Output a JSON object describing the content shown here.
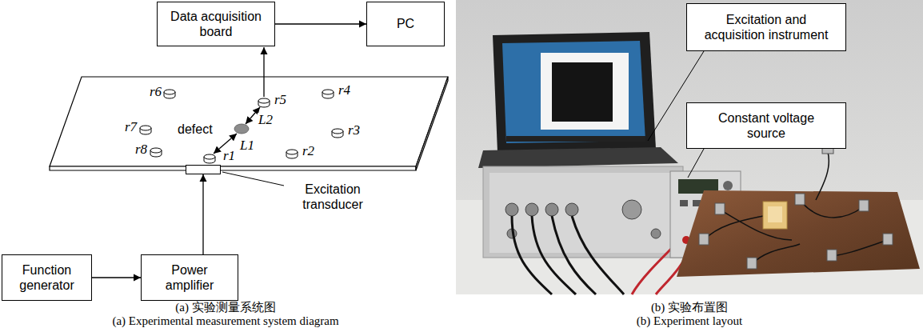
{
  "diagram": {
    "nodes": [
      {
        "text": [
          "Data acquisition board"
        ]
      },
      {
        "text": [
          "PC"
        ]
      },
      {
        "text": [
          "Excitation and acquisition instrument"
        ]
      },
      {
        "text": [
          "Constant voltage source"
        ]
      },
      {
        "text": [
          "Excitation transducer"
        ]
      },
      {
        "text": [
          "Function generator"
        ]
      },
      {
        "text": [
          "Power amplifier"
        ]
      }
    ],
    "edges": [
      {
        "from": 0,
        "to": 1,
        "arrow": "to"
      },
      {
        "from": 5,
        "to": 6,
        "arrow": "to"
      },
      {
        "from": 6,
        "to": 4,
        "arrow": "to"
      }
    ],
    "labels": [
      "r6",
      "r7",
      "r5",
      "r4",
      "r3",
      "defect",
      "L2",
      "L1",
      "r8",
      "r1",
      "r2",
      "(a) 实验测量系统图",
      "(a) Experimental measurement system diagram",
      "(b) 实验布置图",
      "(b) Experiment layout"
    ]
  }
}
